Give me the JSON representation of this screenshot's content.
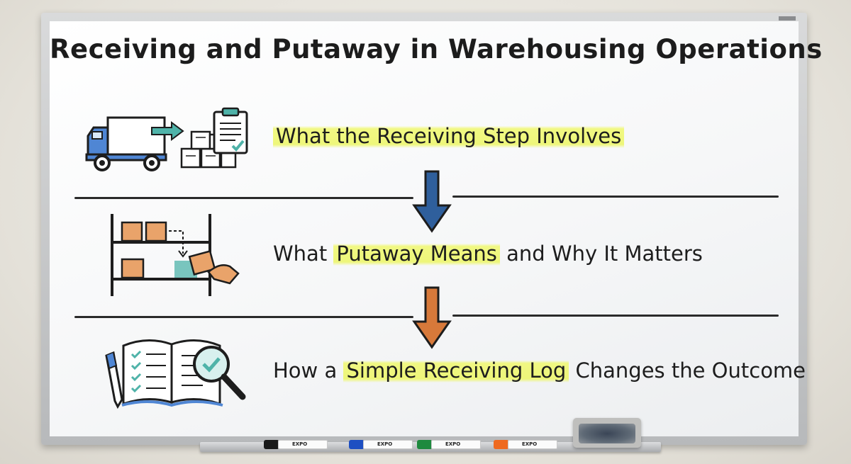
{
  "title": "Receiving and Putaway in Warehousing Operations",
  "rows": [
    {
      "pre": "",
      "highlight": "What the Receiving Step Involves",
      "post": ""
    },
    {
      "pre": "What ",
      "highlight": "Putaway Means",
      "post": " and Why It Matters"
    },
    {
      "pre": "How a ",
      "highlight": "Simple Receiving Log",
      "post": " Changes the Outcome"
    }
  ],
  "markers": [
    {
      "label": "EXPO",
      "color": "#1a1a1a"
    },
    {
      "label": "EXPO",
      "color": "#1e4fc2"
    },
    {
      "label": "EXPO",
      "color": "#1e8a3e"
    },
    {
      "label": "EXPO",
      "color": "#ef6a1f"
    }
  ],
  "colors": {
    "highlight": "#eef67a",
    "truck_blue": "#4f86d4",
    "arrow_blue": "#2f5f9c",
    "arrow_orange": "#d7793a",
    "box_orange": "#e9a36a",
    "teal": "#4fb3a9"
  },
  "icons": {
    "row1": [
      "truck-icon",
      "arrow-right-icon",
      "boxes-icon",
      "clipboard-icon"
    ],
    "row2": [
      "shelf-icon",
      "box-in-hand-icon"
    ],
    "row3": [
      "notebook-checklist-icon",
      "pen-icon",
      "magnifier-check-icon"
    ]
  }
}
